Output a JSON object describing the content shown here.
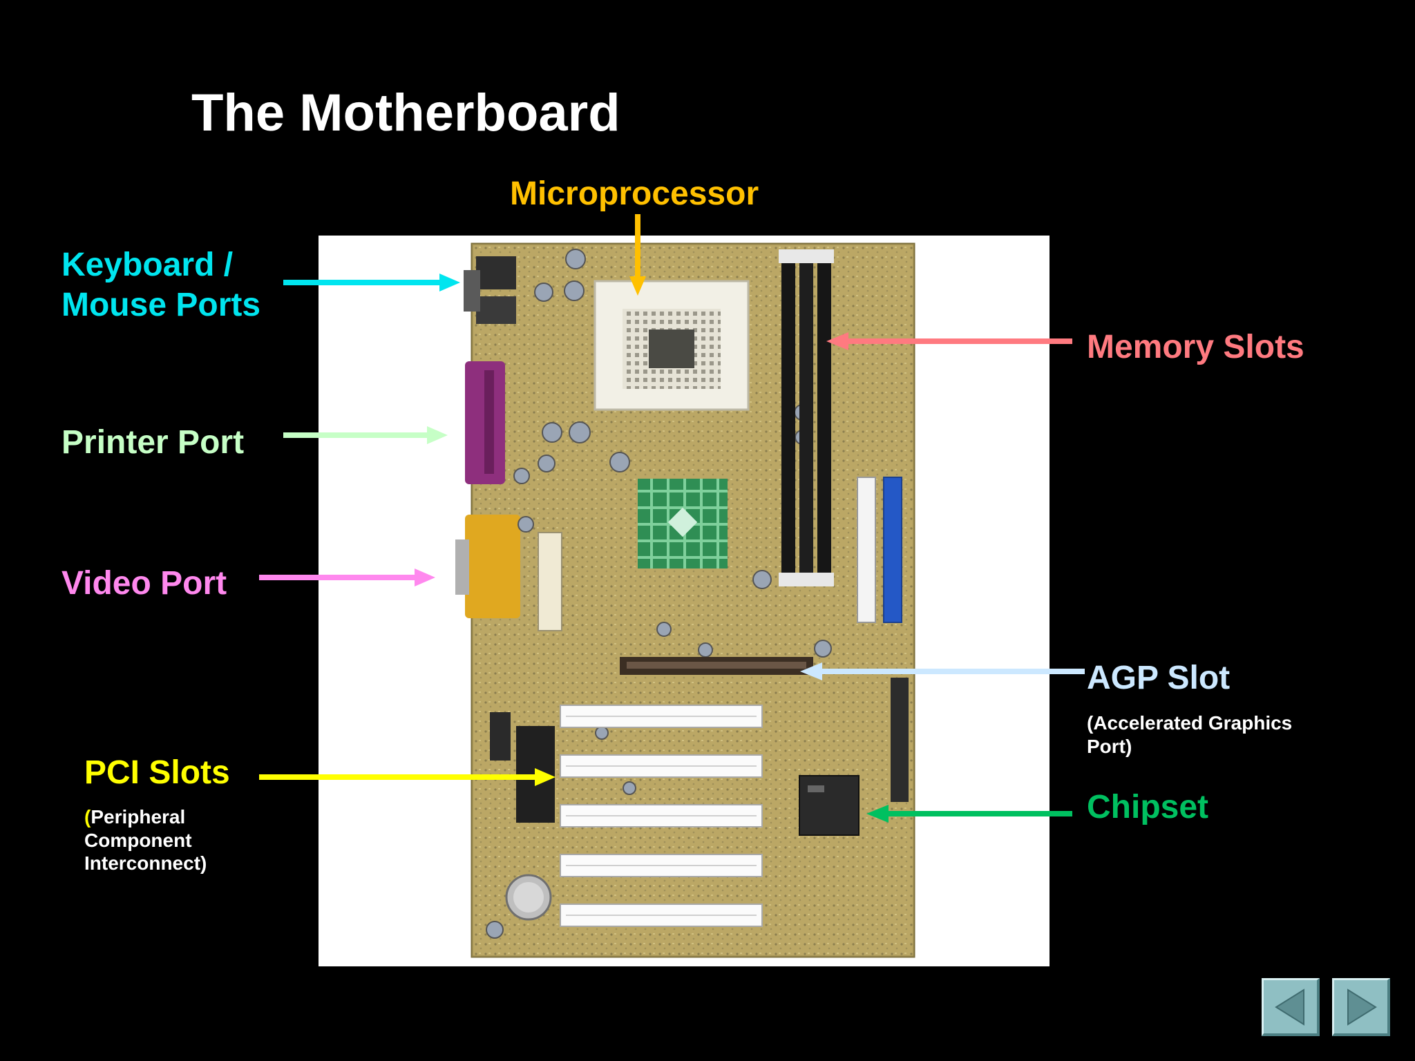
{
  "title": "The Motherboard",
  "labels": {
    "microprocessor": "Microprocessor",
    "keyboard_line1": "Keyboard /",
    "keyboard_line2": "Mouse Ports",
    "memory_slots": "Memory Slots",
    "printer_port": "Printer Port",
    "video_port": "Video Port",
    "agp_slot": "AGP Slot",
    "agp_sub_line1": "(Accelerated Graphics",
    "agp_sub_line2": "Port)",
    "pci_slots": "PCI Slots",
    "pci_sub_paren": "(",
    "pci_sub_line1": "Peripheral",
    "pci_sub_line2": "Component",
    "pci_sub_line3": "Interconnect)",
    "chipset": "Chipset"
  },
  "colors": {
    "background": "#000000",
    "title": "#ffffff",
    "microprocessor": "#ffc000",
    "keyboard": "#00e5ef",
    "memory": "#ff7a80",
    "printer": "#c6ffc6",
    "video": "#ff88ee",
    "agp": "#cce8ff",
    "pci": "#ffff00",
    "chipset": "#00c060",
    "nav_button": "#8fbfc3"
  },
  "nav": {
    "prev_icon": "triangle-left-icon",
    "next_icon": "triangle-right-icon"
  }
}
